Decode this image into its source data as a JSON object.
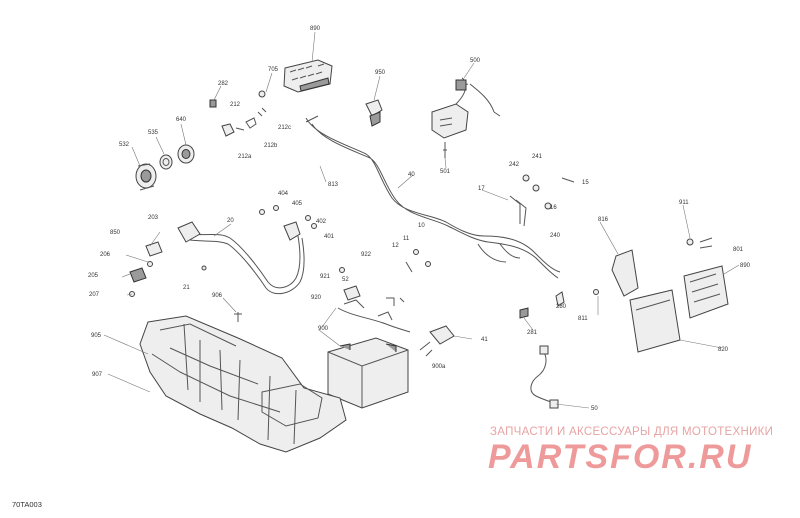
{
  "diagram_code": "70TA003",
  "watermark": {
    "subtitle": "ЗАПЧАСТИ И АКСЕССУАРЫ ДЛЯ МОТОТЕХНИКИ",
    "logo_text": "PARTSFOR.RU"
  },
  "callouts": [
    {
      "id": "c890",
      "label": "890"
    },
    {
      "id": "c705",
      "label": "705"
    },
    {
      "id": "c282",
      "label": "282"
    },
    {
      "id": "c212",
      "label": "212"
    },
    {
      "id": "c212c",
      "label": "212c"
    },
    {
      "id": "c212b",
      "label": "212b"
    },
    {
      "id": "c212a",
      "label": "212a"
    },
    {
      "id": "c950",
      "label": "950"
    },
    {
      "id": "c500",
      "label": "500"
    },
    {
      "id": "c532",
      "label": "532"
    },
    {
      "id": "c535",
      "label": "535"
    },
    {
      "id": "c640",
      "label": "640"
    },
    {
      "id": "c813",
      "label": "813"
    },
    {
      "id": "c40",
      "label": "40"
    },
    {
      "id": "c501",
      "label": "501"
    },
    {
      "id": "c242",
      "label": "242"
    },
    {
      "id": "c241",
      "label": "241"
    },
    {
      "id": "c15",
      "label": "15"
    },
    {
      "id": "c17",
      "label": "17"
    },
    {
      "id": "c16",
      "label": "16"
    },
    {
      "id": "c404",
      "label": "404"
    },
    {
      "id": "c405",
      "label": "405"
    },
    {
      "id": "c402",
      "label": "402"
    },
    {
      "id": "c401",
      "label": "401"
    },
    {
      "id": "c203",
      "label": "203"
    },
    {
      "id": "c20",
      "label": "20"
    },
    {
      "id": "c850",
      "label": "850"
    },
    {
      "id": "c206",
      "label": "206"
    },
    {
      "id": "c205",
      "label": "205"
    },
    {
      "id": "c207",
      "label": "207"
    },
    {
      "id": "c21",
      "label": "21"
    },
    {
      "id": "c10",
      "label": "10"
    },
    {
      "id": "c11",
      "label": "11"
    },
    {
      "id": "c12",
      "label": "12"
    },
    {
      "id": "c240",
      "label": "240"
    },
    {
      "id": "c911",
      "label": "911"
    },
    {
      "id": "c816",
      "label": "816"
    },
    {
      "id": "c801",
      "label": "801"
    },
    {
      "id": "c890b",
      "label": "890"
    },
    {
      "id": "c922",
      "label": "922"
    },
    {
      "id": "c921",
      "label": "921"
    },
    {
      "id": "c52",
      "label": "52"
    },
    {
      "id": "c906",
      "label": "906"
    },
    {
      "id": "c920",
      "label": "920"
    },
    {
      "id": "c280",
      "label": "280"
    },
    {
      "id": "c811",
      "label": "811"
    },
    {
      "id": "c281",
      "label": "281"
    },
    {
      "id": "c905",
      "label": "905"
    },
    {
      "id": "c900",
      "label": "900"
    },
    {
      "id": "c41",
      "label": "41"
    },
    {
      "id": "c900a",
      "label": "900a"
    },
    {
      "id": "c820",
      "label": "820"
    },
    {
      "id": "c907",
      "label": "907"
    },
    {
      "id": "c50",
      "label": "50"
    }
  ]
}
